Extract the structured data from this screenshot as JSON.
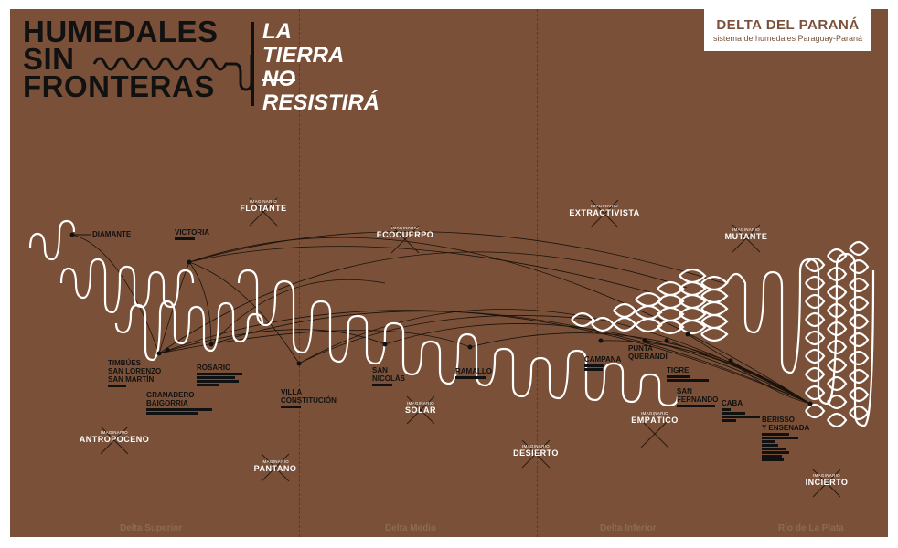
{
  "title": {
    "line1": "HUMEDALES",
    "line2a": "SIN",
    "line3": "FRONTERAS"
  },
  "slogan": {
    "line1": "LA",
    "line2": "TIERRA",
    "line3": "NO",
    "line4": "RESISTIRÁ"
  },
  "brand": {
    "name": "DELTA DEL PARANÁ",
    "subtitle": "sistema de humedales Paraguay-Paraná"
  },
  "imaginario_label": "IMAGINARIO",
  "imaginarios": [
    "FLOTANTE",
    "ECOCUERPO",
    "EXTRACTIVISTA",
    "MUTANTE",
    "SOLAR",
    "ANTROPOCENO",
    "PANTANO",
    "DESIERTO",
    "EMPÁTICO",
    "INCIERTO"
  ],
  "places": {
    "diamante": "DIAMANTE",
    "victoria": "VICTORIA",
    "timbues": [
      "TIMBÚES",
      "SAN LORENZO",
      "SAN MARTÍN"
    ],
    "rosario": "ROSARIO",
    "granadero": [
      "GRANADERO",
      "BAIGORRIA"
    ],
    "villa": [
      "VILLA",
      "CONSTITUCIÓN"
    ],
    "sannicolas": [
      "SAN",
      "NICOLÁS"
    ],
    "ramallo": "RAMALLO",
    "campana": "CAMPANA",
    "punta": [
      "PUNTA",
      "QUERANDÍ"
    ],
    "tigre": "TIGRE",
    "sanfernando": [
      "SAN",
      "FERNANDO"
    ],
    "caba": "CABA",
    "berisso": [
      "BERISSO",
      "Y ENSENADA"
    ]
  },
  "regions": [
    "Delta Superior",
    "Delta Medio",
    "Delta Inferior",
    "Río de La Plata"
  ],
  "colors": {
    "background": "#7a5138",
    "ink": "#111111",
    "river": "#ffffff",
    "brand": "#7a5138"
  }
}
